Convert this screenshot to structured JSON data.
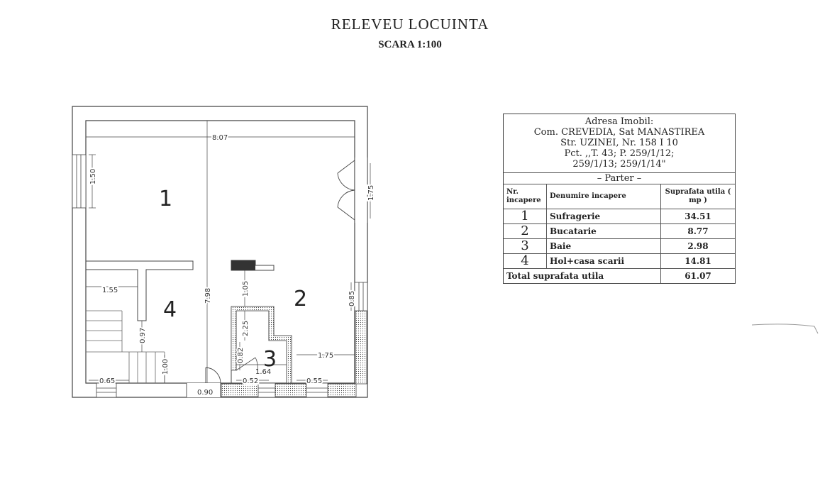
{
  "header": {
    "title": "RELEVEU LOCUINTA",
    "scale": "SCARA 1:100"
  },
  "plan": {
    "rooms": [
      {
        "number": "1"
      },
      {
        "number": "2"
      },
      {
        "number": "3"
      },
      {
        "number": "4"
      }
    ],
    "dimensions": {
      "overall_width": "8.07",
      "window_left": "1.50",
      "door_right": "1.75",
      "height_total": "7.98",
      "stair_width": "1.55",
      "partition_length": "0.97",
      "stair_height": "1.00",
      "bottom_left": "0.65",
      "entry_door": "0.90",
      "bath_top_offset": "1.05",
      "bath_height": "2.25",
      "bath_door": "0.82",
      "bath_width": "1.64",
      "bath_window": "0.52",
      "right_window": "0.55",
      "kitchen_span": "1.75",
      "right_wall_window": "0.85"
    }
  },
  "info": {
    "address_lines": [
      "Adresa Imobil:",
      "Com. CREVEDIA, Sat MANASTIREA",
      "Str. UZINEI, Nr. 158 I 10",
      "Pct. ,,T. 43; P. 259/1/12;",
      "259/1/13; 259/1/14\""
    ],
    "level": "– Parter –",
    "table": {
      "headers": [
        "Nr. incapere",
        "Denumire incapere",
        "Suprafata utila ( mp )"
      ],
      "rows": [
        {
          "nr": "1",
          "name": "Sufragerie",
          "area": "34.51"
        },
        {
          "nr": "2",
          "name": "Bucatarie",
          "area": "8.77"
        },
        {
          "nr": "3",
          "name": "Baie",
          "area": "2.98"
        },
        {
          "nr": "4",
          "name": "Hol+casa scarii",
          "area": "14.81"
        }
      ],
      "total_label": "Total suprafata utila",
      "total_value": "61.07"
    }
  }
}
